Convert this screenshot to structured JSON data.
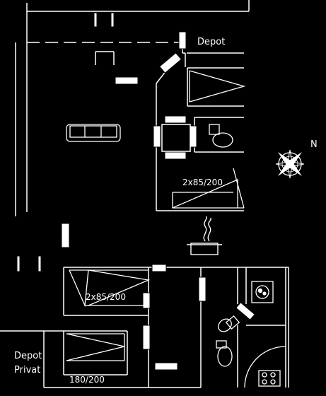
{
  "labels": {
    "depot": "Depot",
    "bed_upper": "2x85/200",
    "bed_lower": "2x85/200",
    "bed_double": "180/200",
    "depot_privat_line1": "Depot",
    "depot_privat_line2": "Privat"
  },
  "compass": {
    "north_label": "N"
  },
  "colors": {
    "background": "#000000",
    "lines": "#ffffff"
  }
}
